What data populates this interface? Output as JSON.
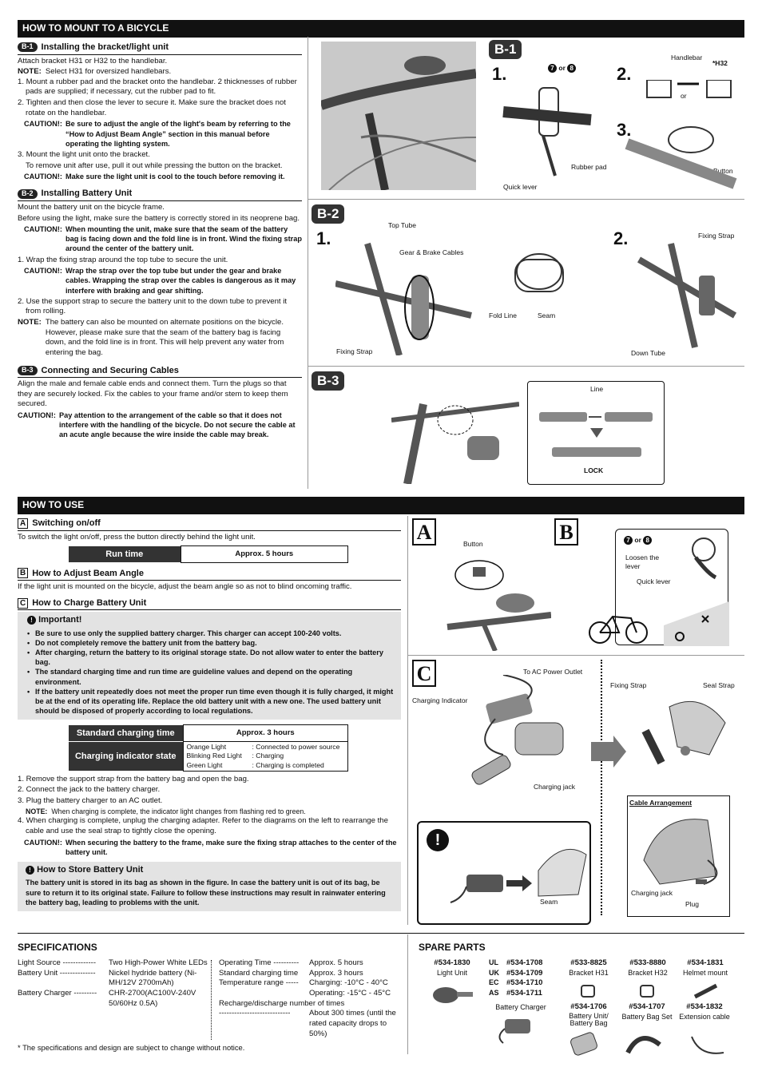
{
  "mount": {
    "title": "HOW TO MOUNT TO A BICYCLE",
    "b1": {
      "tag": "B-1",
      "heading": "Installing the bracket/light unit",
      "intro": "Attach bracket H31 or H32 to the handlebar.",
      "note_label": "NOTE:",
      "note": "Select H31 for oversized handlebars.",
      "step1": "1. Mount a rubber pad and the bracket onto the handlebar. 2 thicknesses of rubber pads are supplied; if necessary, cut the rubber pad to fit.",
      "step2": "2. Tighten and then close the lever to secure it. Make sure the bracket does not rotate on the handlebar.",
      "caution1_label": "CAUTION!:",
      "caution1": "Be sure to adjust the angle of the light's beam by referring to the “How to Adjust Beam Angle” section in this manual before operating the lighting system.",
      "step3": "3. Mount the light unit onto the bracket.",
      "remove": "To remove unit after use, pull it out while pressing the button on the bracket.",
      "caution2_label": "CAUTION!:",
      "caution2": "Make sure the light unit is cool to the touch before removing it."
    },
    "b2": {
      "tag": "B-2",
      "heading": "Installing Battery Unit",
      "intro1": "Mount the battery unit on the bicycle frame.",
      "intro2": "Before using the light, make sure the battery is correctly stored in its neoprene bag.",
      "caution1_label": "CAUTION!:",
      "caution1": "When mounting the unit, make sure that the seam of the battery bag is facing down and the fold line is in front. Wind the fixing strap around the center of the battery unit.",
      "step1": "1. Wrap the fixing strap around the top tube to secure the unit.",
      "caution2_label": "CAUTION!:",
      "caution2": "Wrap the strap over the top tube but under the gear and brake cables. Wrapping the strap over the cables is dangerous as it may interfere with braking and gear shifting.",
      "step2": "2. Use the support strap to secure the battery unit to the down tube to prevent it from rolling.",
      "note_label": "NOTE:",
      "note": "The battery can also be mounted on alternate positions on the bicycle. However, please make sure that the seam of the battery bag is facing down, and the fold line is in front. This will help prevent any water from entering the bag."
    },
    "b3": {
      "tag": "B-3",
      "heading": "Connecting and Securing Cables",
      "text": "Align the male and female cable ends and connect them. Turn the plugs so that they are securely locked. Fix the cables to your frame and/or stem to keep them secured.",
      "caution_label": "CAUTION!:",
      "caution": "Pay attention to the arrangement of the cable so that it does not interfere with the handling of the bicycle. Do not secure the cable at an acute angle because the wire inside the cable may break."
    }
  },
  "diagrams": {
    "b1": {
      "tag": "B-1",
      "s1": "1.",
      "s2": "2.",
      "s3": "3.",
      "or78": "or",
      "handlebar": "Handlebar",
      "h32": "*H32",
      "or": "or",
      "rubber_pad": "Rubber pad",
      "quick_lever": "Quick lever",
      "button": "Button"
    },
    "b2": {
      "tag": "B-2",
      "s1": "1.",
      "s2": "2.",
      "top_tube": "Top Tube",
      "gear_cables": "Gear & Brake Cables",
      "fold_line": "Fold Line",
      "seam": "Seam",
      "fixing_strap": "Fixing Strap",
      "fixing_strap2": "Fixing Strap",
      "down_tube": "Down Tube"
    },
    "b3": {
      "tag": "B-3",
      "line": "Line",
      "lock": "LOCK"
    },
    "use_a": {
      "letter": "A",
      "button": "Button"
    },
    "use_b": {
      "letter": "B",
      "or": "or",
      "loosen": "Loosen the lever",
      "quick_lever": "Quick lever"
    },
    "use_c": {
      "letter": "C",
      "to_ac": "To AC Power Outlet",
      "charging_indicator": "Charging Indicator",
      "charging_jack": "Charging jack",
      "fixing_strap": "Fixing Strap",
      "seal_strap": "Seal Strap",
      "cable_arrangement": "Cable Arrangement",
      "charging_jack2": "Charging jack",
      "plug": "Plug",
      "seam": "Seam"
    }
  },
  "use": {
    "title": "HOW TO USE",
    "a": {
      "letter": "A",
      "heading": "Switching on/off",
      "text": "To switch the light on/off, press the button directly behind the light unit.",
      "run_label": "Run time",
      "run_value": "Approx. 5 hours"
    },
    "b": {
      "letter": "B",
      "heading": "How to Adjust Beam Angle",
      "text": "If the light unit is mounted on the bicycle, adjust the beam angle so as not to blind oncoming traffic."
    },
    "c": {
      "letter": "C",
      "heading": "How to Charge Battery Unit"
    },
    "important": {
      "heading": "Important!",
      "items": [
        "Be sure to use only the supplied battery charger. This charger can accept 100-240 volts.",
        "Do not completely remove the battery unit from the battery bag.",
        "After charging, return the battery to its original storage state. Do not allow water to enter the battery bag.",
        "The standard charging time and run time are guideline values and depend on the operating environment.",
        "If the battery unit repeatedly does not meet the proper run time even though it is fully charged, it might be at the end of its operating life. Replace the old battery unit with a new one. The used battery unit should be disposed of properly according to local regulations."
      ]
    },
    "charge_table": {
      "std_label": "Standard charging time",
      "std_value": "Approx. 3 hours",
      "ind_label": "Charging indicator state",
      "states": [
        {
          "light": "Orange Light",
          "meaning": ": Connected to power source"
        },
        {
          "light": "Blinking Red Light",
          "meaning": ": Charging"
        },
        {
          "light": "Green Light",
          "meaning": ": Charging is completed"
        }
      ]
    },
    "steps": {
      "s1": "1. Remove the support strap from the battery bag and open the bag.",
      "s2": "2. Connect the jack to the battery charger.",
      "s3": "3. Plug the battery charger to an AC outlet.",
      "note_label": "NOTE:",
      "note": "When charging is complete, the indicator light changes from flashing red to green.",
      "s4": "4. When charging is complete, unplug the charging adapter. Refer to the diagrams on the left to rearrange the cable and use the seal strap to tightly close the opening.",
      "caution_label": "CAUTION!:",
      "caution": "When securing the battery to the frame, make sure the fixing strap attaches to the center of the battery unit."
    },
    "store": {
      "heading": "How to Store Battery Unit",
      "text": "The battery unit is stored in its bag as shown in the figure. In case the battery unit is out of its bag, be sure to return it to its original state. Failure to follow these instructions may result in rainwater entering the battery bag, leading to problems with the unit."
    }
  },
  "specs": {
    "title": "SPECIFICATIONS",
    "left": [
      {
        "k": "Light Source -------------",
        "v": "Two High-Power White LEDs"
      },
      {
        "k": "Battery Unit --------------",
        "v": "Nickel hydride battery (Ni-MH/12V 2700mAh)"
      },
      {
        "k": "Battery Charger ---------",
        "v": "CHR-2700(AC100V-240V 50/60Hz 0.5A)"
      }
    ],
    "right": [
      {
        "k": "Operating Time ----------",
        "v": "Approx. 5 hours"
      },
      {
        "k": "Standard charging time",
        "v": "Approx. 3 hours"
      },
      {
        "k": "Temperature range -----",
        "v": "Charging: -10°C - 40°C"
      },
      {
        "k": "",
        "v": "Operating: -15°C - 45°C"
      },
      {
        "k": "Recharge/discharge number of times",
        "v": ""
      },
      {
        "k": "----------------------------",
        "v": "About 300 times (until the rated capacity drops to 50%)"
      }
    ],
    "footnote": "* The specifications and design are subject to change without notice."
  },
  "spare": {
    "title": "SPARE PARTS",
    "light": {
      "num": "#534-1830",
      "name": "Light Unit"
    },
    "charger": {
      "codes": [
        {
          "region": "UL",
          "num": "#534-1708"
        },
        {
          "region": "UK",
          "num": "#534-1709"
        },
        {
          "region": "EC",
          "num": "#534-1710"
        },
        {
          "region": "AS",
          "num": "#534-1711"
        }
      ],
      "name": "Battery Charger"
    },
    "h31": {
      "num": "#533-8825",
      "name": "Bracket H31"
    },
    "h32": {
      "num": "#533-8880",
      "name": "Bracket H32"
    },
    "helmet": {
      "num": "#534-1831",
      "name": "Helmet mount"
    },
    "battery": {
      "num": "#534-1706",
      "name": "Battery Unit/ Battery Bag"
    },
    "bagset": {
      "num": "#534-1707",
      "name": "Battery Bag Set"
    },
    "ext": {
      "num": "#534-1832",
      "name": "Extension cable"
    }
  }
}
